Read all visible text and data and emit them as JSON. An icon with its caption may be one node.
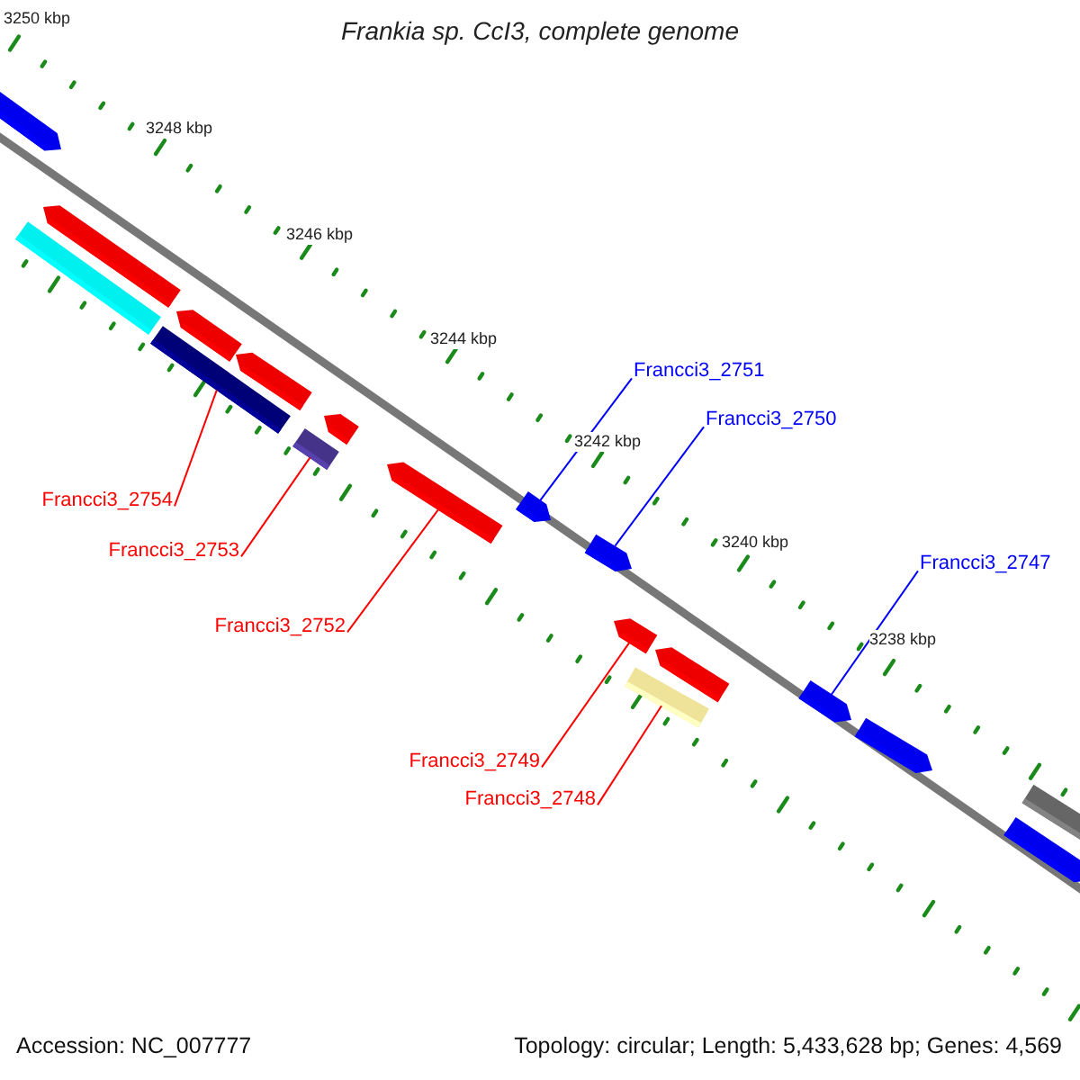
{
  "diagram": {
    "title": "Frankia sp. CcI3, complete genome",
    "nodes": [
      {
        "text": [
          "Francci3_2751"
        ]
      },
      {
        "text": [
          "Francci3_2750"
        ]
      },
      {
        "text": [
          "Francci3_2754"
        ]
      },
      {
        "text": [
          "Francci3_2753"
        ]
      },
      {
        "text": [
          "Francci3_2747"
        ]
      },
      {
        "text": [
          "Francci3_2752"
        ]
      },
      {
        "text": [
          "Francci3_2749"
        ]
      },
      {
        "text": [
          "Francci3_2748"
        ]
      },
      {
        "text": [],
        "shape": "bar"
      },
      {
        "text": [],
        "shape": "bar"
      },
      {
        "text": [],
        "shape": "bar"
      },
      {
        "text": [],
        "shape": "bar"
      },
      {
        "text": [],
        "shape": "bar"
      },
      {
        "text": [],
        "shape": "bar"
      },
      {
        "text": [],
        "shape": "bar"
      },
      {
        "text": [],
        "shape": "bar"
      }
    ],
    "edges": [
      {
        "from": 0,
        "to": 8,
        "arrow": "none",
        "color": "#0000ff"
      },
      {
        "from": 1,
        "to": 9,
        "arrow": "none",
        "color": "#0000ff"
      },
      {
        "from": 2,
        "to": 10,
        "arrow": "none",
        "color": "#ff0000"
      },
      {
        "from": 3,
        "to": 11,
        "arrow": "none",
        "color": "#ff0000"
      },
      {
        "from": 4,
        "to": 12,
        "arrow": "none",
        "color": "#0000ff"
      },
      {
        "from": 5,
        "to": 13,
        "arrow": "none",
        "color": "#ff0000"
      },
      {
        "from": 6,
        "to": 14,
        "arrow": "none",
        "color": "#ff0000"
      },
      {
        "from": 7,
        "to": 15,
        "arrow": "none",
        "color": "#ff0000"
      }
    ],
    "labels": [
      "3250 kbp",
      "3248 kbp",
      "3246 kbp",
      "3244 kbp",
      "3242 kbp",
      "3240 kbp",
      "3238 kbp",
      "Accession: NC_007777",
      "Topology: circular; Length: 5,433,628 bp; Genes: 4,569"
    ]
  }
}
